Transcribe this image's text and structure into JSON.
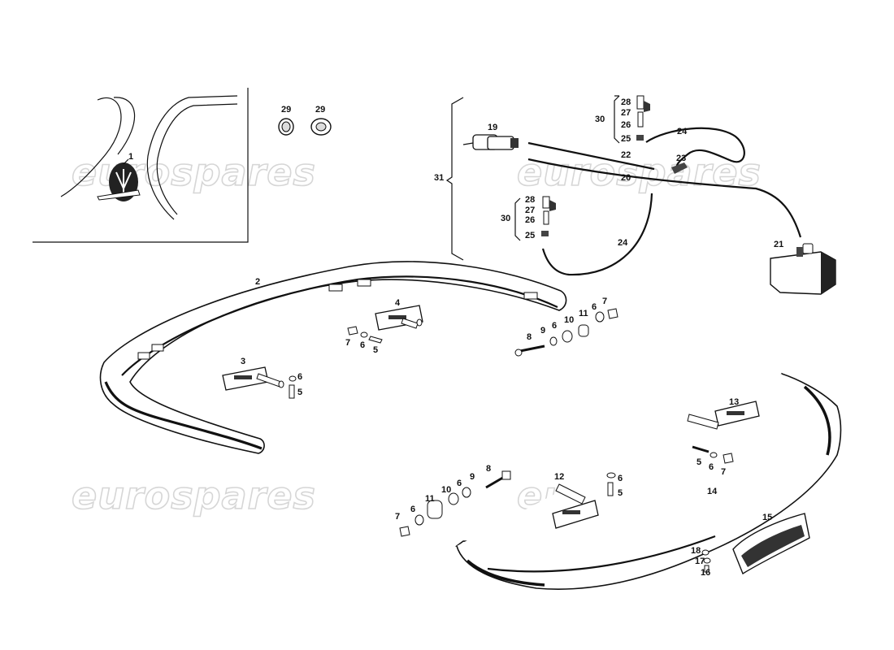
{
  "watermark": "eurospares",
  "callouts": {
    "c1": "1",
    "c2": "2",
    "c3": "3",
    "c4": "4",
    "c5": "5",
    "c6": "6",
    "c7": "7",
    "c8": "8",
    "c9": "9",
    "c10": "10",
    "c11": "11",
    "c12": "12",
    "c13": "13",
    "c14": "14",
    "c15": "15",
    "c16": "16",
    "c17": "17",
    "c18": "18",
    "c19": "19",
    "c20": "20",
    "c21": "21",
    "c22": "22",
    "c23": "23",
    "c24": "24",
    "c25": "25",
    "c26": "26",
    "c27": "27",
    "c28": "28",
    "c29": "29",
    "c30": "30",
    "c31": "31"
  }
}
